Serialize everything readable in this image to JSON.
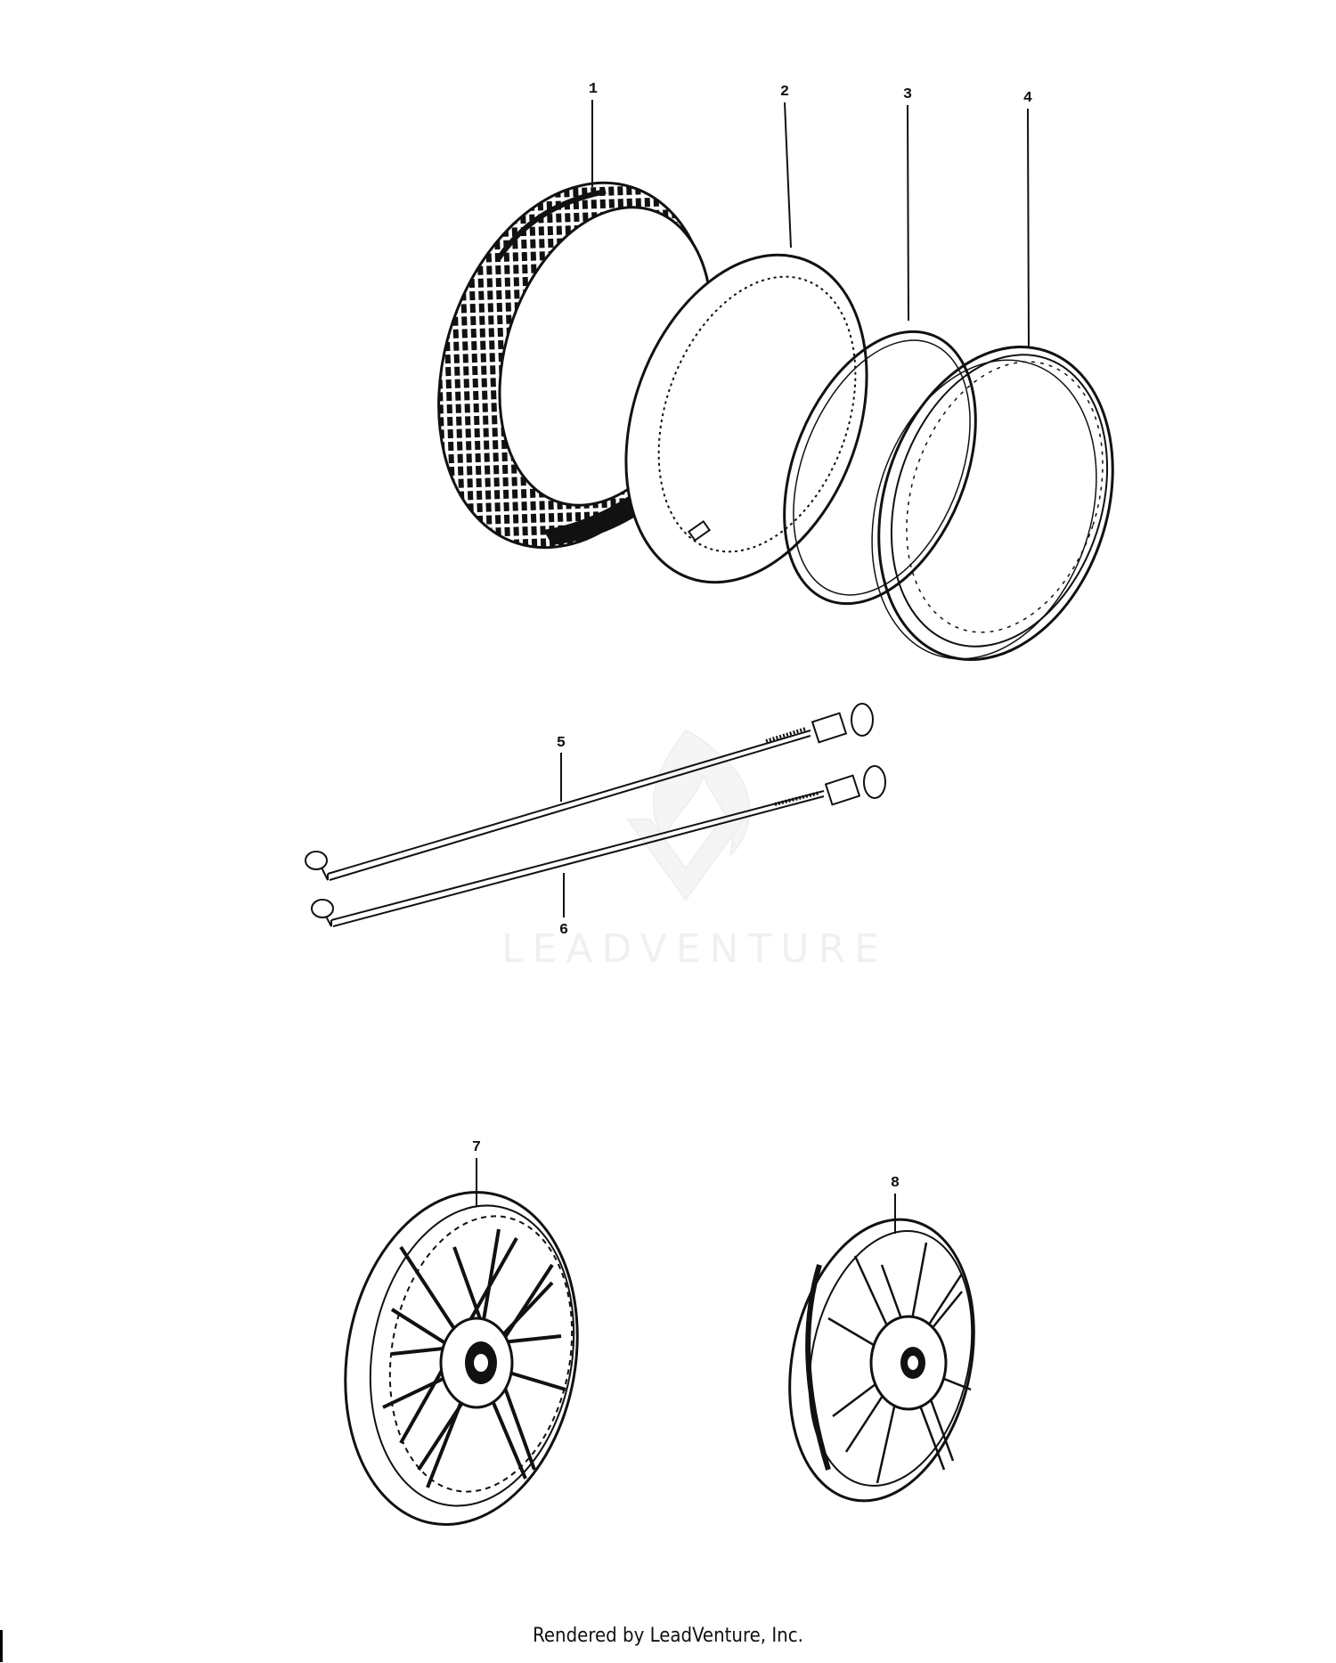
{
  "diagram": {
    "callouts": [
      {
        "id": "1",
        "label": "1"
      },
      {
        "id": "2",
        "label": "2"
      },
      {
        "id": "3",
        "label": "3"
      },
      {
        "id": "4",
        "label": "4"
      },
      {
        "id": "5",
        "label": "5"
      },
      {
        "id": "6",
        "label": "6"
      },
      {
        "id": "7",
        "label": "7"
      },
      {
        "id": "8",
        "label": "8"
      }
    ],
    "watermark": {
      "text": "LEADVENTURE"
    }
  },
  "footer": {
    "text": "Rendered by LeadVenture, Inc."
  }
}
